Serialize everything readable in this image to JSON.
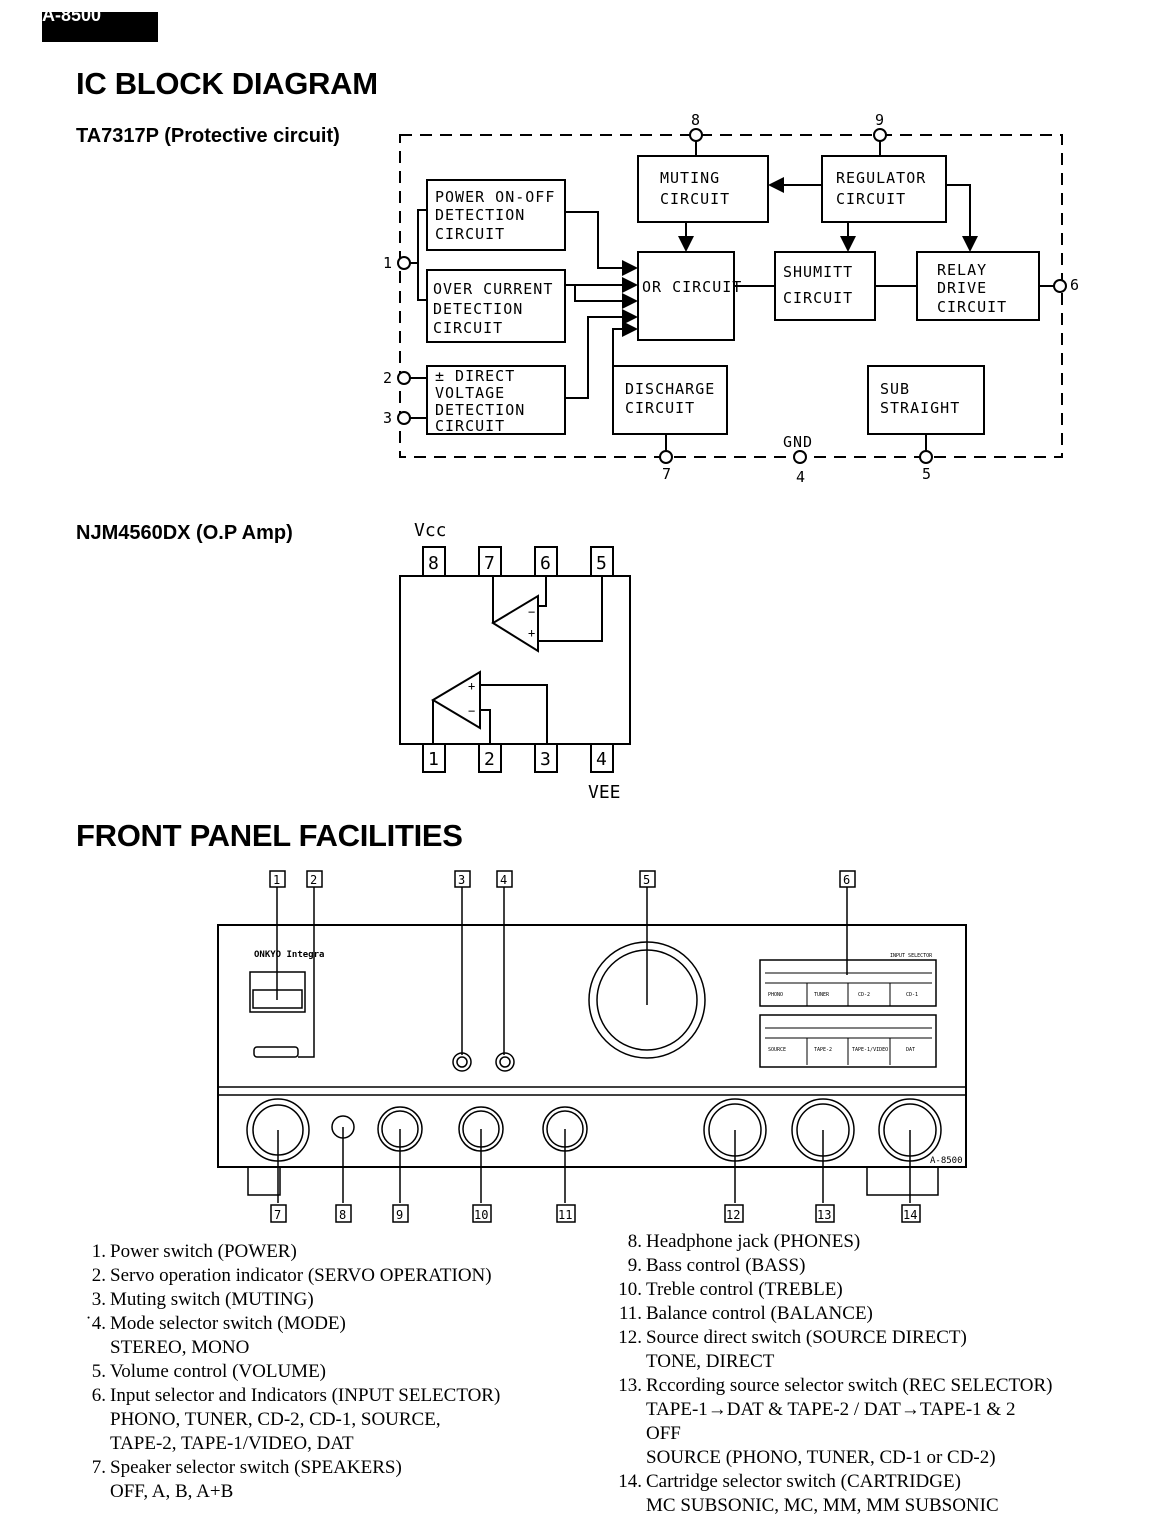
{
  "header_tab": "A-8500",
  "section1_title": "IC BLOCK DIAGRAM",
  "ta7317": {
    "label": "TA7317P (Protective circuit)",
    "blocks": {
      "power": [
        "POWER ON-OFF",
        "DETECTION",
        "CIRCUIT"
      ],
      "overcurrent": [
        "OVER CURRENT",
        "DETECTION",
        "CIRCUIT"
      ],
      "dcv": [
        "± DIRECT",
        "VOLTAGE",
        "DETECTION",
        "CIRCUIT"
      ],
      "muting": [
        "MUTING",
        "CIRCUIT"
      ],
      "regulator": [
        "REGULATOR",
        "CIRCUIT"
      ],
      "or": [
        "OR CIRCUIT"
      ],
      "shumitt": [
        "SHUMITT",
        "CIRCUIT"
      ],
      "relay": [
        "RELAY",
        "DRIVE",
        "CIRCUIT"
      ],
      "discharge": [
        "DISCHARGE",
        "CIRCUIT"
      ],
      "sub": [
        "SUB",
        "STRAIGHT"
      ]
    },
    "pins": {
      "p1": "1",
      "p2": "2",
      "p3": "3",
      "p4": "4",
      "p5": "5",
      "p6": "6",
      "p7": "7",
      "p8": "8",
      "p9": "9"
    },
    "gnd": "GND"
  },
  "njm": {
    "label": "NJM4560DX (O.P Amp)",
    "vcc": "Vcc",
    "vee": "VEE",
    "top_pins": [
      "8",
      "7",
      "6",
      "5"
    ],
    "bottom_pins": [
      "1",
      "2",
      "3",
      "4"
    ],
    "plus": "+",
    "minus": "−"
  },
  "section2_title": "FRONT PANEL FACILITIES",
  "panel": {
    "callouts_top": [
      "1",
      "2",
      "3",
      "4",
      "5",
      "6"
    ],
    "callouts_bottom": [
      "7",
      "8",
      "9",
      "10",
      "11",
      "12",
      "13",
      "14"
    ],
    "brand": "ONKYO Integra",
    "model": "A-8500",
    "input_selector": "INPUT SELECTOR",
    "row1_buttons": [
      "PHONO",
      "TUNER",
      "CD-2",
      "CD-1"
    ],
    "row2_buttons": [
      "SOURCE",
      "TAPE-2",
      "TAPE-1/VIDEO",
      "DAT"
    ]
  },
  "list_left": [
    {
      "n": "1.",
      "t": "Power switch (POWER)"
    },
    {
      "n": "2.",
      "t": "Servo operation indicator (SERVO OPERATION)"
    },
    {
      "n": "3.",
      "t": "Muting switch (MUTING)"
    },
    {
      "n": "˙4.",
      "t": "Mode selector switch (MODE)",
      "c": [
        "STEREO, MONO"
      ]
    },
    {
      "n": "5.",
      "t": "Volume control (VOLUME)"
    },
    {
      "n": "6.",
      "t": "Input selector and Indicators (INPUT SELECTOR)",
      "c": [
        "PHONO, TUNER, CD-2, CD-1, SOURCE,",
        "TAPE-2, TAPE-1/VIDEO, DAT"
      ]
    },
    {
      "n": "7.",
      "t": "Speaker selector switch (SPEAKERS)",
      "c": [
        "OFF, A, B, A+B"
      ]
    }
  ],
  "list_right": [
    {
      "n": "8.",
      "t": "Headphone jack (PHONES)"
    },
    {
      "n": "9.",
      "t": "Bass control (BASS)"
    },
    {
      "n": "10.",
      "t": "Treble control (TREBLE)"
    },
    {
      "n": "11.",
      "t": "Balance control (BALANCE)"
    },
    {
      "n": "12.",
      "t": "Source direct switch (SOURCE DIRECT)",
      "c": [
        "TONE, DIRECT"
      ]
    },
    {
      "n": "13.",
      "t": "Rccording source selector switch (REC SELECTOR)",
      "c": [
        "TAPE-1→DAT & TAPE-2 / DAT→TAPE-1 & 2",
        "OFF",
        "SOURCE (PHONO, TUNER, CD-1 or CD-2)"
      ]
    },
    {
      "n": "14.",
      "t": "Cartridge selector switch (CARTRIDGE)",
      "c": [
        "MC SUBSONIC, MC, MM, MM SUBSONIC"
      ]
    }
  ]
}
